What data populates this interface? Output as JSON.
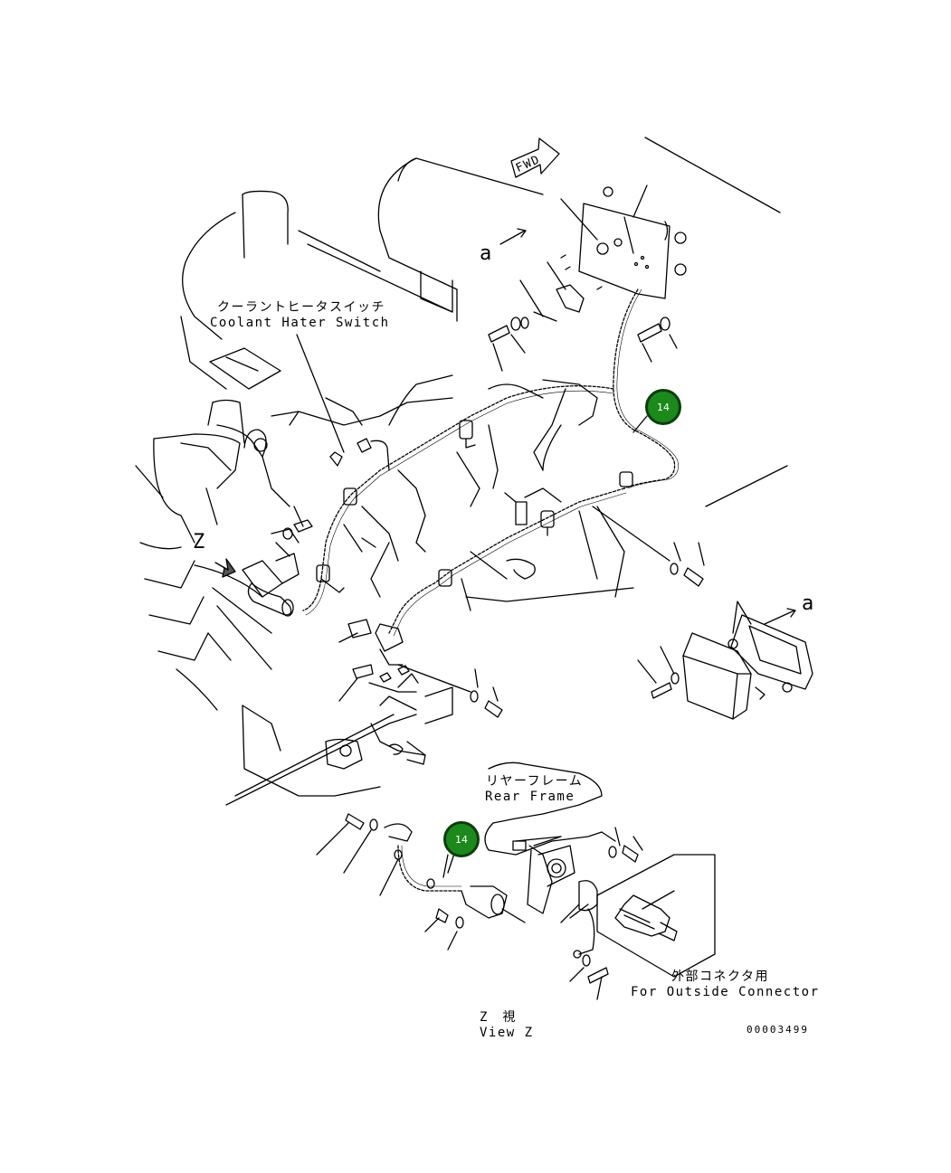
{
  "labels": {
    "coolant_jp": "クーラントヒータスイッチ",
    "coolant_en": "Coolant Hater Switch",
    "rear_jp": "リヤーフレーム",
    "rear_en": "Rear Frame",
    "outside_jp": "外部コネクタ用",
    "outside_en": "For Outside Connector",
    "viewz_jp": "Z　視",
    "viewz_en": "View Z",
    "fwd": "FWD",
    "a_top": "a",
    "a_right": "a",
    "z_arrow": "Z",
    "drawing_no": "00003499"
  },
  "callouts": [
    "14",
    "14"
  ],
  "colors": {
    "callout_fill": "#1a8a1a",
    "callout_border": "#0d3d0d",
    "line": "#000000"
  }
}
